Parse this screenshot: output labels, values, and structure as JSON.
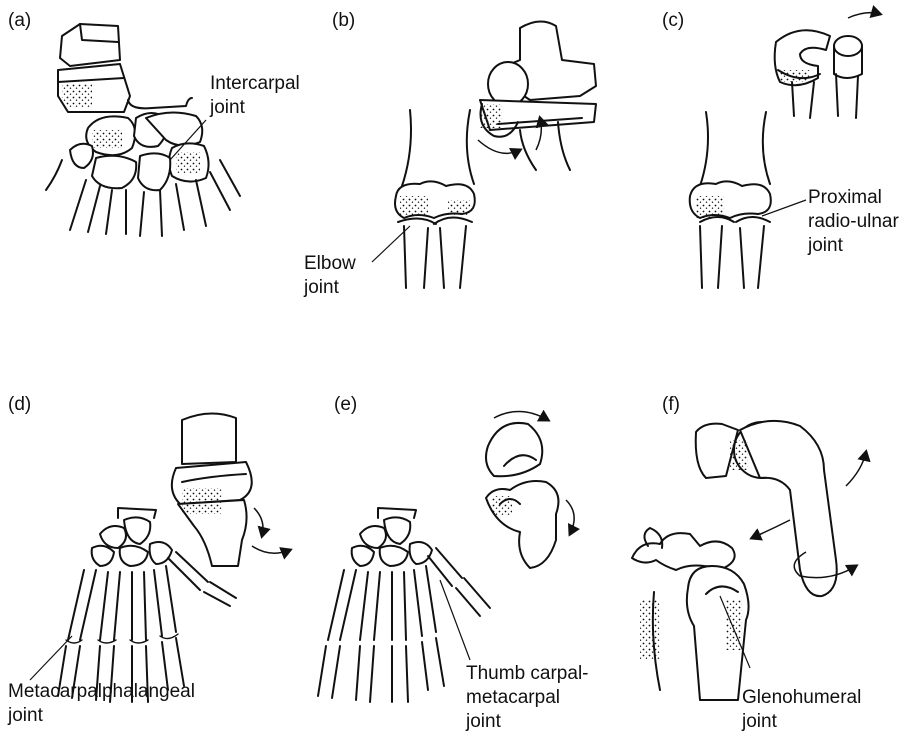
{
  "panels": {
    "a": {
      "label": "(a)",
      "joint_lines": [
        "Intercarpal",
        "joint"
      ]
    },
    "b": {
      "label": "(b)",
      "joint_lines": [
        "Elbow",
        "joint"
      ]
    },
    "c": {
      "label": "(c)",
      "joint_lines": [
        "Proximal",
        "radio-ulnar",
        "joint"
      ]
    },
    "d": {
      "label": "(d)",
      "joint_lines": [
        "Metacarpalphalangeal",
        "joint"
      ]
    },
    "e": {
      "label": "(e)",
      "joint_lines": [
        "Thumb carpal-",
        "metacarpal",
        "joint"
      ]
    },
    "f": {
      "label": "(f)",
      "joint_lines": [
        "Glenohumeral",
        "joint"
      ]
    }
  }
}
